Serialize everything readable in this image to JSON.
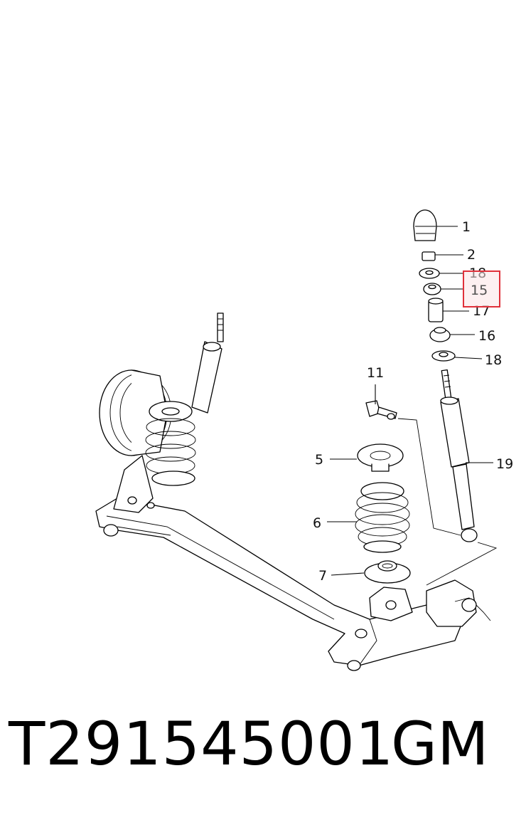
{
  "callouts": {
    "c1": "1",
    "c2": "2",
    "c18a": "18",
    "c15": "15",
    "c17": "17",
    "c16": "16",
    "c18b": "18",
    "c11": "11",
    "c5": "5",
    "c19": "19",
    "c6": "6",
    "c7": "7"
  },
  "highlight": {
    "part": "15",
    "color": "#e0303a"
  },
  "footer": {
    "code": "T291545001",
    "brand": "GM"
  }
}
